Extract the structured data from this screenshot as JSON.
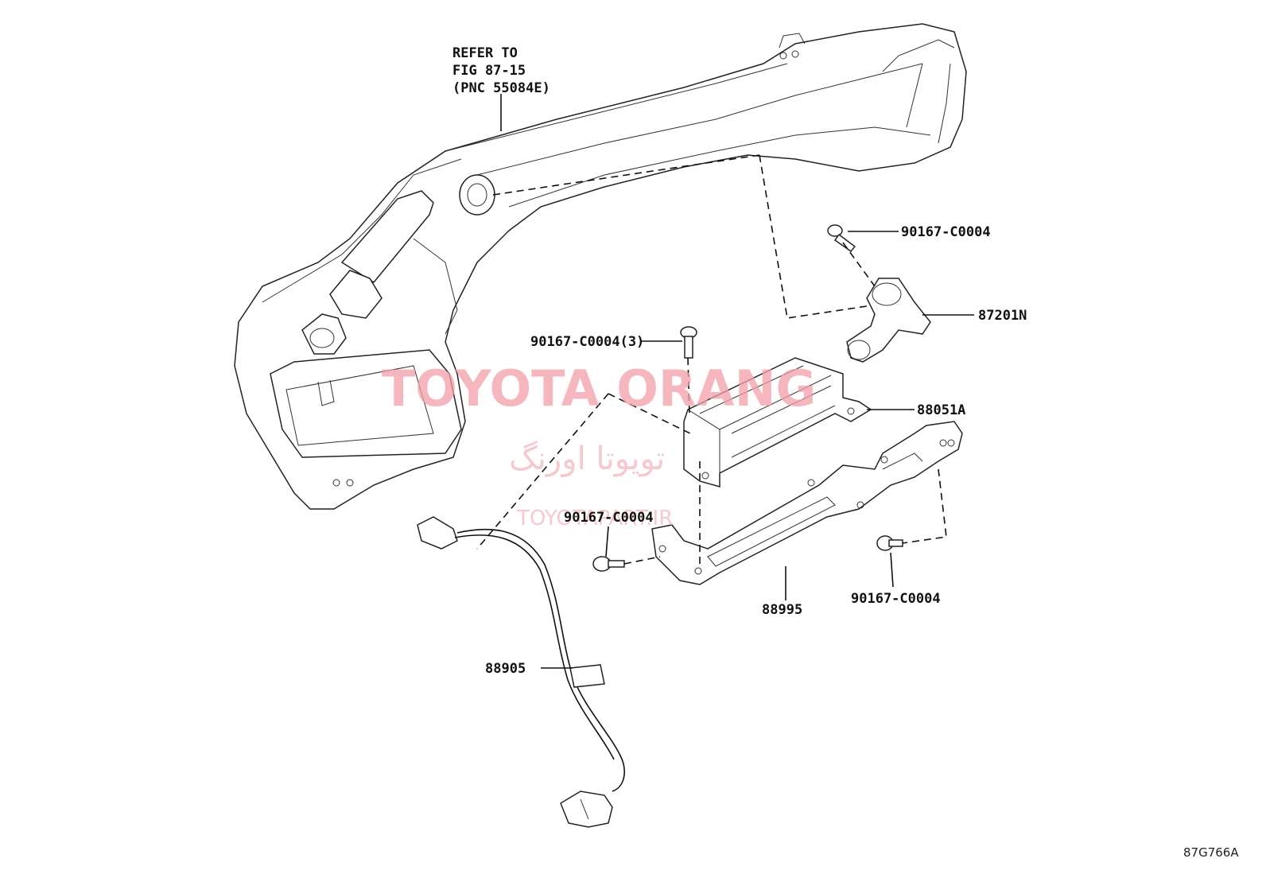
{
  "diagram": {
    "reference_note": [
      "REFER TO",
      "FIG 87-15",
      "(PNC 55084E)"
    ],
    "labels": {
      "bolt_top": "90167-C0004",
      "bracket_87201": "87201N",
      "bolts_3": "90167-C0004(3)",
      "module": "88051A",
      "nut_left": "90167-C0004",
      "nut_right": "90167-C0004",
      "bracket_88995": "88995",
      "harness": "88905"
    },
    "figure_code": "87G766A"
  },
  "watermark": {
    "main": "TOYOTA ORANG",
    "persian": "تويوتا اورنگ",
    "url": "TOYOTAPART.IR"
  }
}
